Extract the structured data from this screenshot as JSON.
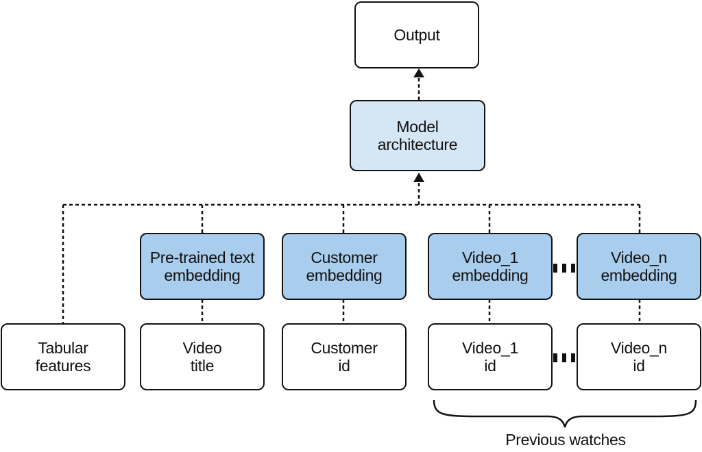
{
  "nodes": {
    "output": {
      "lines": [
        "Output"
      ]
    },
    "model": {
      "lines": [
        "Model",
        "architecture"
      ]
    },
    "text_embedding": {
      "lines": [
        "Pre-trained text",
        "embedding"
      ]
    },
    "customer_embedding": {
      "lines": [
        "Customer",
        "embedding"
      ]
    },
    "video1_embedding": {
      "lines": [
        "Video_1",
        "embedding"
      ]
    },
    "videon_embedding": {
      "lines": [
        "Video_n",
        "embedding"
      ]
    },
    "tabular": {
      "lines": [
        "Tabular",
        "features"
      ]
    },
    "video_title": {
      "lines": [
        "Video",
        "title"
      ]
    },
    "customer_id": {
      "lines": [
        "Customer",
        "id"
      ]
    },
    "video1_id": {
      "lines": [
        "Video_1",
        "id"
      ]
    },
    "videon_id": {
      "lines": [
        "Video_n",
        "id"
      ]
    }
  },
  "caption": "Previous watches",
  "colors": {
    "light_fill": "#d5e6f5",
    "mid_fill": "#a9cdec",
    "stroke": "#111111"
  }
}
